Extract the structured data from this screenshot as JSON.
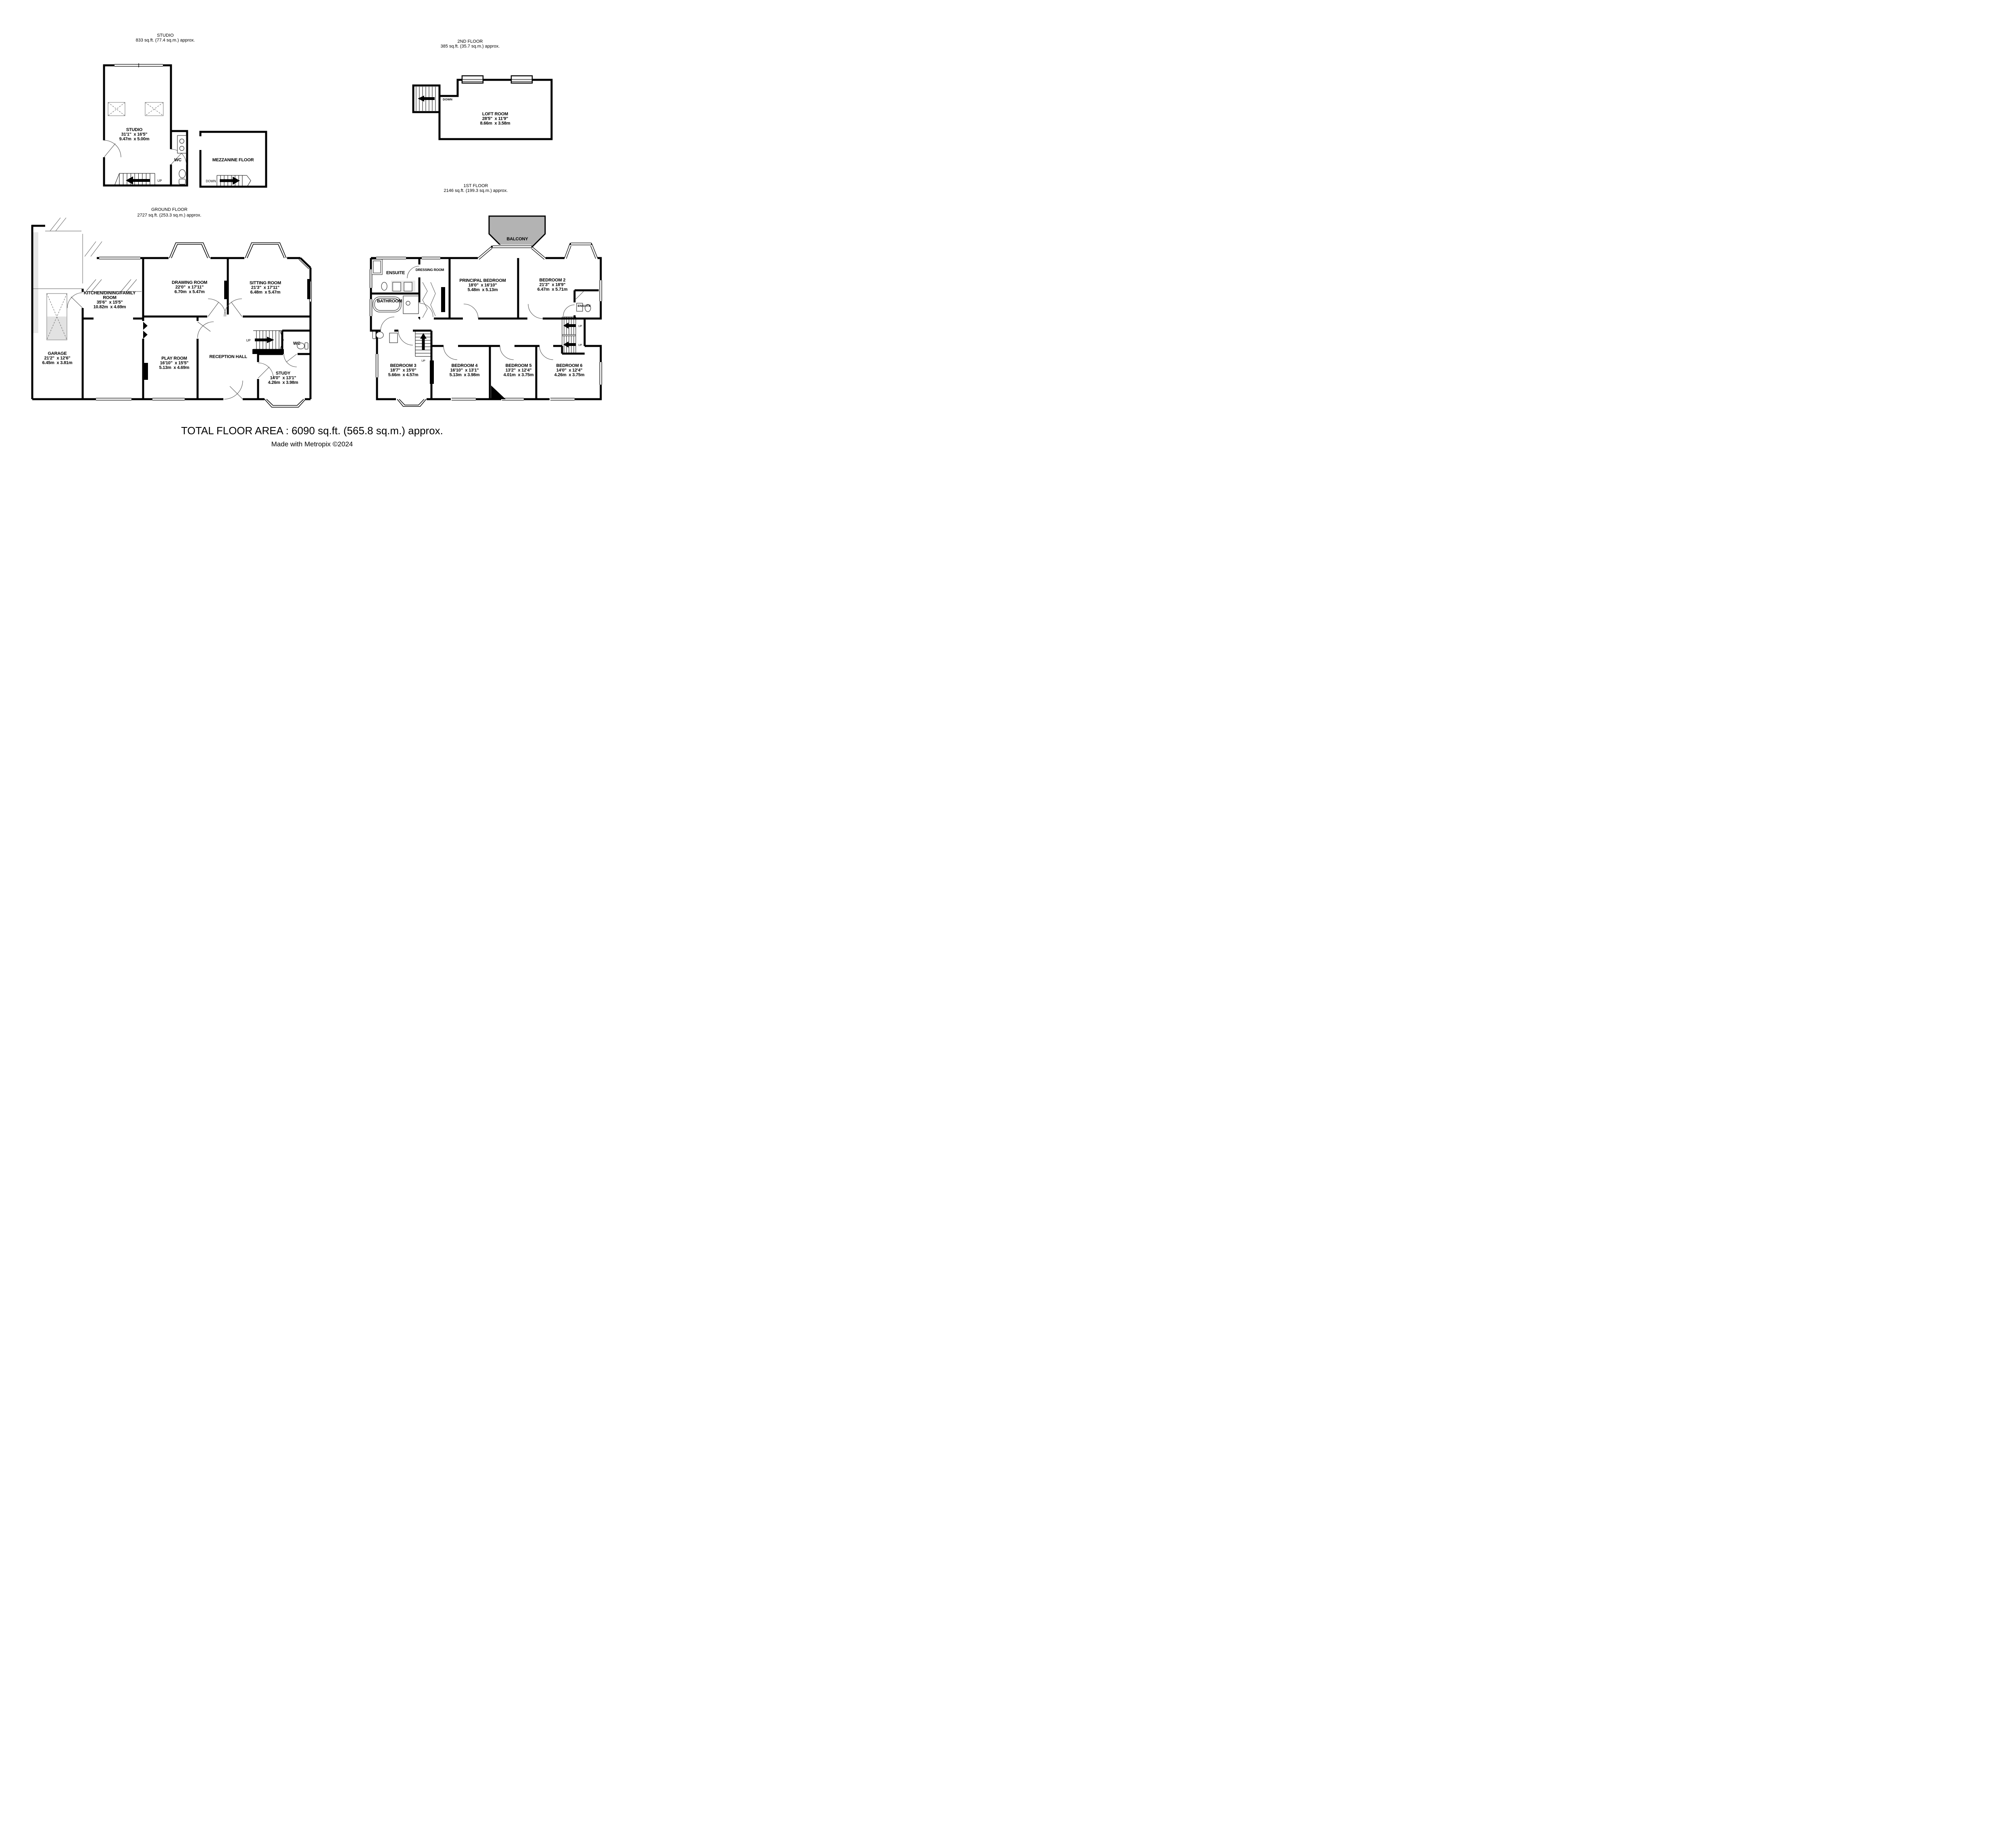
{
  "page": {
    "background": "#ffffff",
    "wall_color": "#000000",
    "balcony_fill": "#b3b3b3"
  },
  "headers": {
    "studio": {
      "title": "STUDIO",
      "area": "833 sq.ft. (77.4 sq.m.) approx."
    },
    "second_floor": {
      "title": "2ND FLOOR",
      "area": "385 sq.ft. (35.7 sq.m.) approx."
    },
    "ground_floor": {
      "title": "GROUND FLOOR",
      "area": "2727 sq.ft. (253.3 sq.m.) approx."
    },
    "first_floor": {
      "title": "1ST FLOOR",
      "area": "2146 sq.ft. (199.3 sq.m.) approx."
    }
  },
  "rooms": {
    "studio": {
      "name": "STUDIO",
      "imperial": "31'1\"  x 16'5\"",
      "metric": "9.47m  x 5.00m"
    },
    "loft": {
      "name": "LOFT ROOM",
      "imperial": "28'5\"  x 11'9\"",
      "metric": "8.66m  x 3.58m"
    },
    "drawing": {
      "name": "DRAWING ROOM",
      "imperial": "22'0\"  x 17'11\"",
      "metric": "6.70m  x 5.47m"
    },
    "sitting": {
      "name": "SITTING ROOM",
      "imperial": "21'3\"  x 17'11\"",
      "metric": "6.48m  x 5.47m"
    },
    "kitchen": {
      "name": "KITCHEN/DINING/FAMILY",
      "name2": "ROOM",
      "imperial": "35'6\"  x 15'5\"",
      "metric": "10.82m  x 4.69m"
    },
    "garage": {
      "name": "GARAGE",
      "imperial": "21'2\"  x 12'6\"",
      "metric": "6.45m  x 3.81m"
    },
    "play": {
      "name": "PLAY ROOM",
      "imperial": "16'10\"  x 15'5\"",
      "metric": "5.13m  x 4.69m"
    },
    "study": {
      "name": "STUDY",
      "imperial": "14'0\"  x 13'1\"",
      "metric": "4.26m  x 3.98m"
    },
    "principal": {
      "name": "PRINCIPAL BEDROOM",
      "imperial": "18'0\"  x 16'10\"",
      "metric": "5.48m  x 5.13m"
    },
    "bedroom2": {
      "name": "BEDROOM 2",
      "imperial": "21'3\"  x 18'9\"",
      "metric": "6.47m  x 5.71m"
    },
    "bedroom3": {
      "name": "BEDROOM 3",
      "imperial": "18'7\"  x 15'0\"",
      "metric": "5.66m  x 4.57m"
    },
    "bedroom4": {
      "name": "BEDROOM 4",
      "imperial": "16'10\"  x 13'1\"",
      "metric": "5.13m  x 3.98m"
    },
    "bedroom5": {
      "name": "BEDROOM 5",
      "imperial": "13'2\"  x 12'4\"",
      "metric": "4.01m  x 3.75m"
    },
    "bedroom6": {
      "name": "BEDROOM 6",
      "imperial": "14'0\"  x 12'4\"",
      "metric": "4.26m  x 3.75m"
    }
  },
  "labels": {
    "wc": "WC",
    "mezzanine": "MEZZANINE FLOOR",
    "reception": "RECEPTION HALL",
    "balcony": "BALCONY",
    "ensuite": "ENSUITE",
    "dressing": "DRESSING ROOM",
    "bathroom": "BATHROOM",
    "up": "UP",
    "down": "DOWN"
  },
  "footer": {
    "total": "TOTAL FLOOR AREA : 6090 sq.ft. (565.8 sq.m.) approx.",
    "credit": "Made with Metropix ©2024"
  }
}
